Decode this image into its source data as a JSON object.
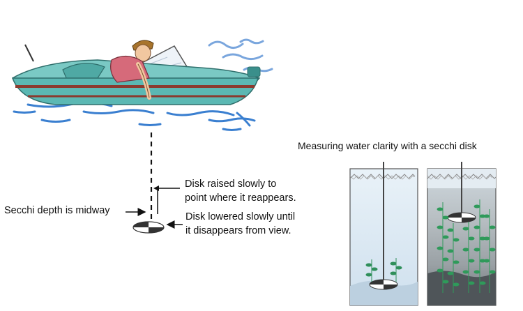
{
  "labels": {
    "title": "Measuring water clarity with a secchi disk",
    "disk_raised": [
      "Disk raised slowly to",
      "point where it reappears."
    ],
    "disk_lowered": [
      "Disk lowered slowly until",
      "it disappears from view."
    ],
    "secchi_depth": "Secchi depth is midway"
  },
  "colors": {
    "hull": "#5bb8b3",
    "hull_dark": "#3a8f8b",
    "hull_stripe": "#8b3a2e",
    "shirt": "#d66a7a",
    "water": "#3a7fd0",
    "plant": "#2f8f5a",
    "tank": "#d6e6f2"
  },
  "icons": [
    "boat-illustration",
    "person-illustration",
    "secchi-disk-icon",
    "clear-water-tank",
    "murky-water-tank"
  ]
}
